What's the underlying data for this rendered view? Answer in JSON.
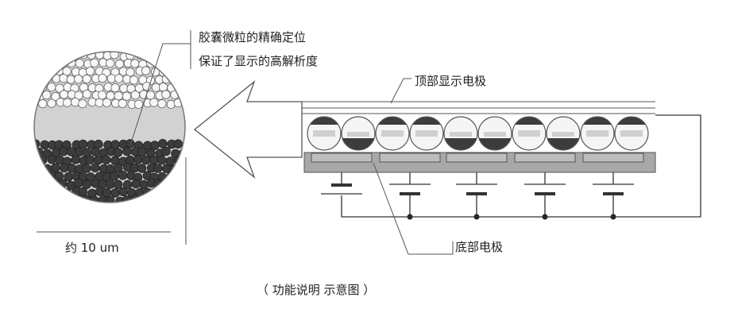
{
  "labels": {
    "capsule_note_line1": "胶囊微粒的精确定位",
    "capsule_note_line2": "保证了显示的高解析度",
    "top_electrode": "顶部显示电极",
    "bottom_electrode": "底部电极",
    "scale": "约 10 um",
    "caption": "（ 功能说明 示意图 ）"
  },
  "colors": {
    "white_particle": "#f7f7f7",
    "dark_particle": "#3c3c3c",
    "fluid": "#d2d2d2",
    "electrode": "#a8a8a8",
    "line": "#555555"
  },
  "capsule_states": [
    "dark-top",
    "white-top",
    "dark-top",
    "dark-top",
    "white-top",
    "white-top",
    "dark-top",
    "white-top",
    "dark-top",
    "dark-top"
  ]
}
